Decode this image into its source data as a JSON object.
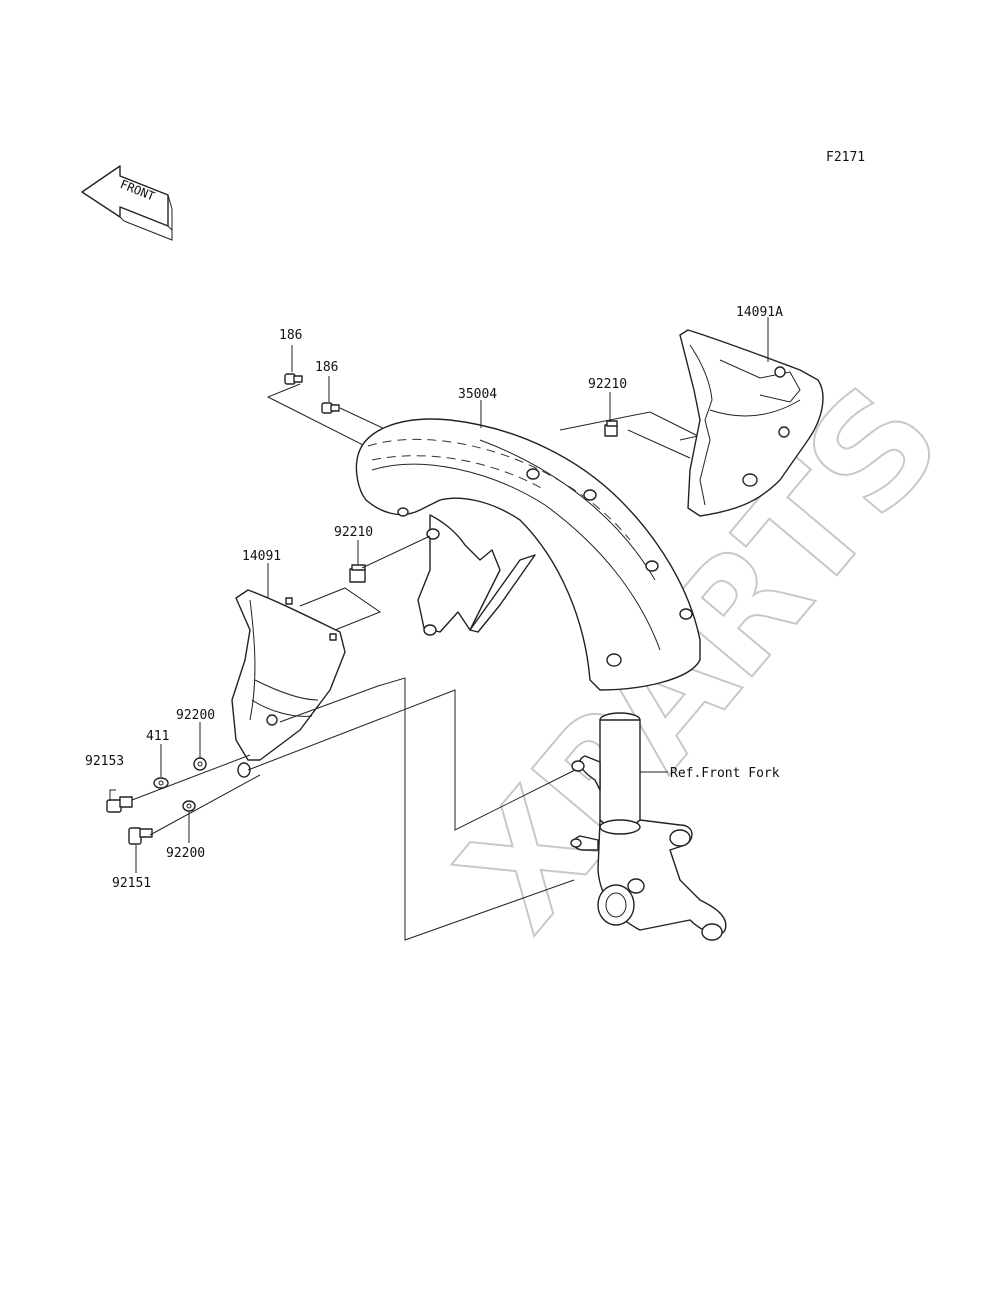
{
  "figure_code": "F2171",
  "front_arrow_label": "FRONT",
  "watermark": "XPARTS",
  "reference_label": "Ref.Front Fork",
  "labels": {
    "p186_a": "186",
    "p186_b": "186",
    "p35004": "35004",
    "p92210_top": "92210",
    "p14091A": "14091A",
    "p92210_mid": "92210",
    "p14091": "14091",
    "p92200_top": "92200",
    "p411": "411",
    "p92153": "92153",
    "p92200_bottom": "92200",
    "p92151": "92151"
  }
}
